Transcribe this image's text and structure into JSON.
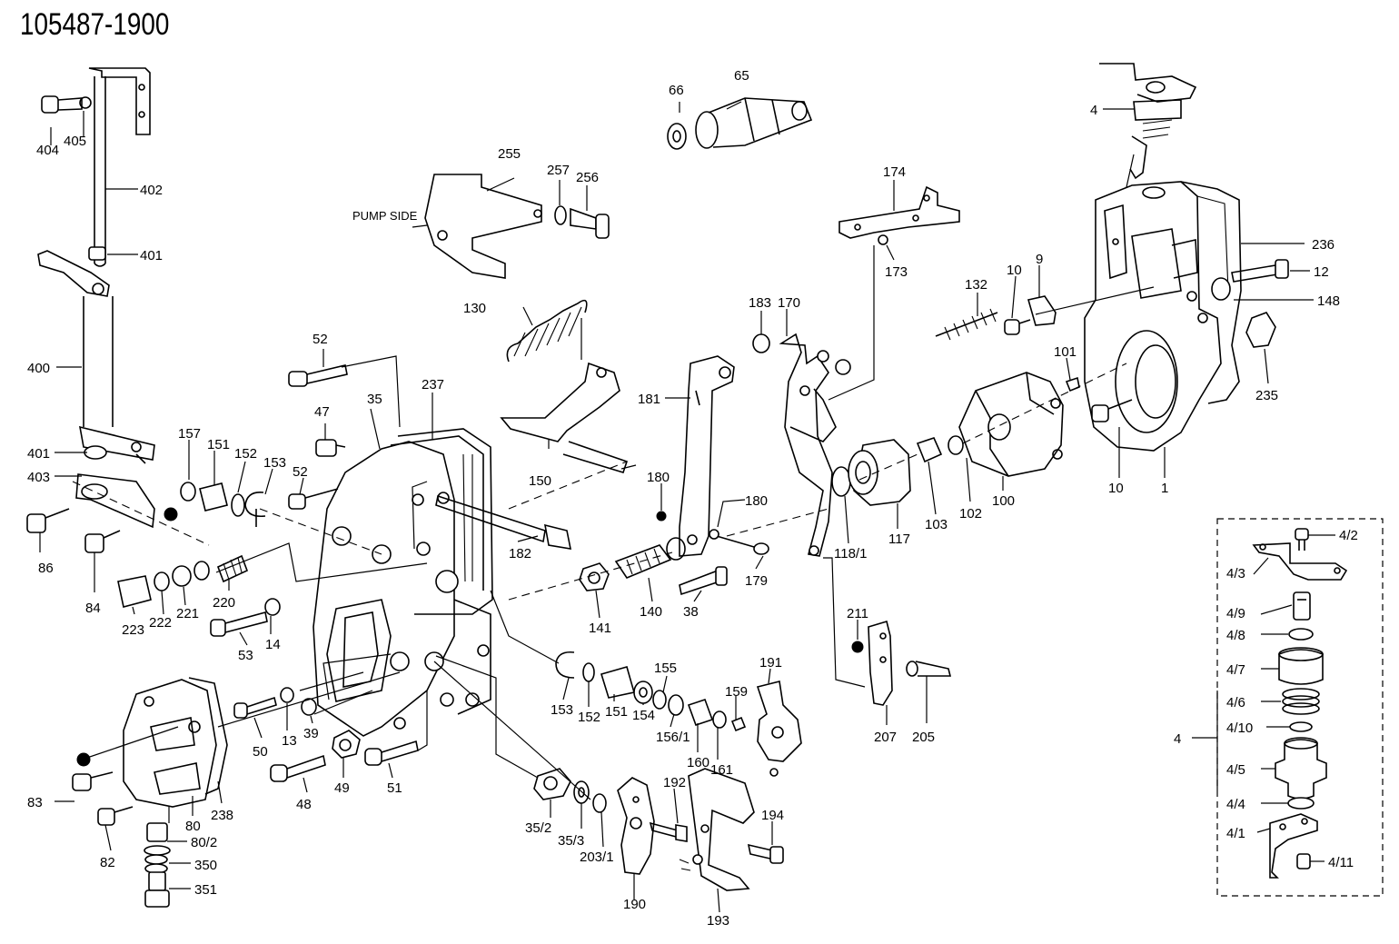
{
  "title": "105487-1900",
  "note": "PUMP SIDE",
  "part_labels": [
    "404",
    "405",
    "402",
    "401",
    "400",
    "401",
    "403",
    "86",
    "84",
    "66",
    "65",
    "255",
    "257",
    "256",
    "130",
    "150",
    "52",
    "47",
    "35",
    "237",
    "52",
    "157",
    "151",
    "152",
    "153",
    "220",
    "223",
    "222",
    "221",
    "53",
    "14",
    "50",
    "13",
    "39",
    "83",
    "82",
    "80",
    "238",
    "80/2",
    "350",
    "351",
    "48",
    "49",
    "51",
    "174",
    "173",
    "183",
    "170",
    "181",
    "180",
    "180",
    "182",
    "179",
    "38",
    "140",
    "141",
    "132",
    "10",
    "9",
    "101",
    "236",
    "12",
    "148",
    "235",
    "10",
    "1",
    "100",
    "102",
    "103",
    "117",
    "118/1",
    "153",
    "152",
    "151",
    "154",
    "155",
    "156/1",
    "160",
    "161",
    "159",
    "191",
    "35/2",
    "35/3",
    "203/1",
    "190",
    "192",
    "193",
    "194",
    "211",
    "207",
    "205",
    "4",
    "4/2",
    "4/3",
    "4/9",
    "4/8",
    "4/7",
    "4/6",
    "4/10",
    "4",
    "4/5",
    "4/4",
    "4/1",
    "4/11"
  ]
}
